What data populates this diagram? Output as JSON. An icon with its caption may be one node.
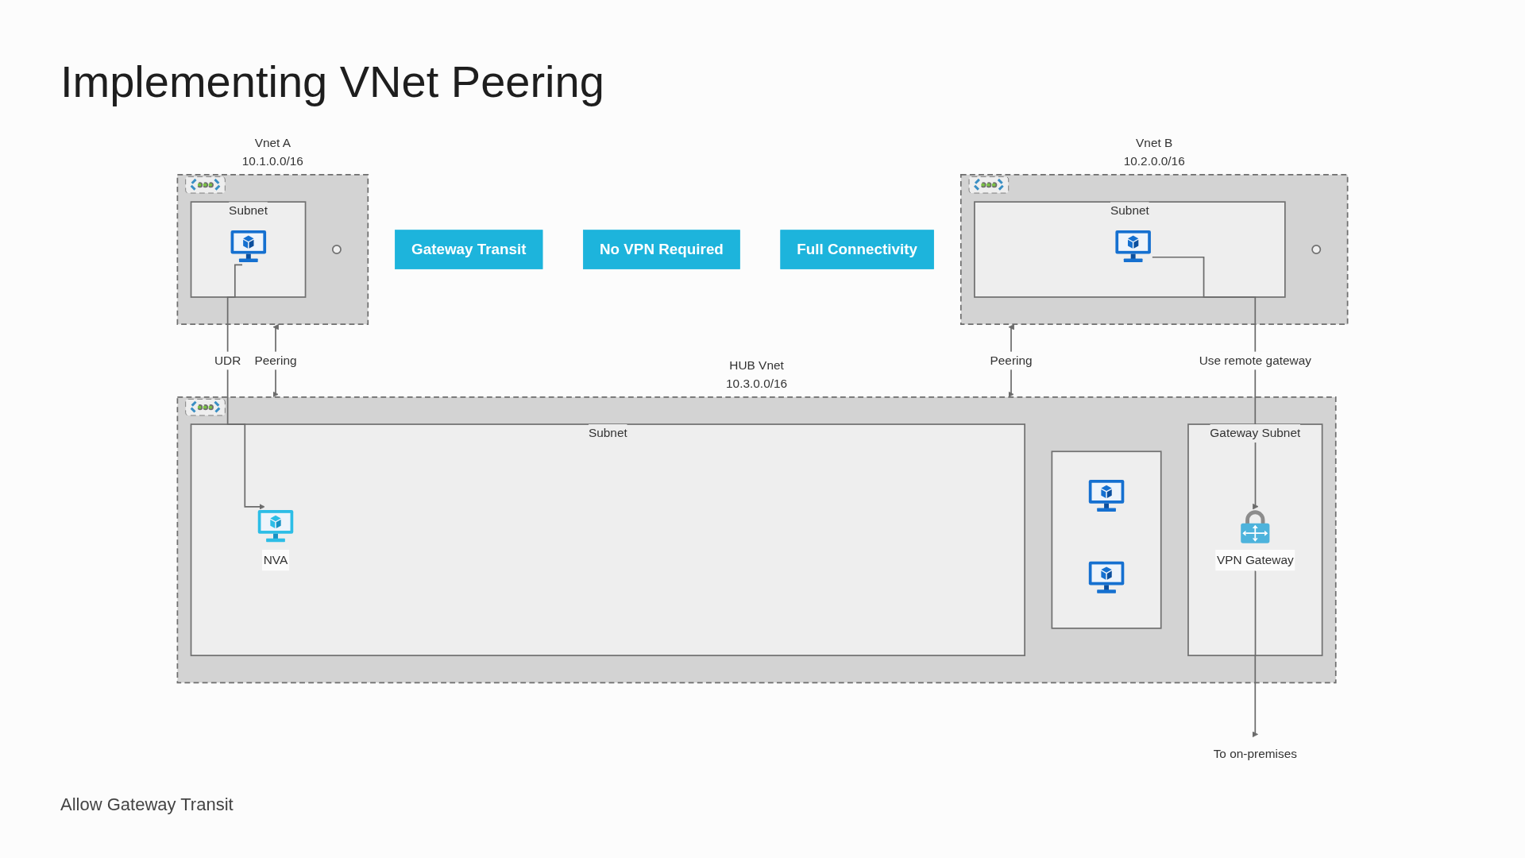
{
  "diagram": {
    "title": "Implementing VNet Peering",
    "nodes": [
      {
        "text": [
          "Vnet A",
          "10.1.0.0/16"
        ]
      },
      {
        "text": [],
        "shape": "circle",
        "in": 0
      },
      {
        "text": [
          "Subnet"
        ],
        "in": 0
      },
      {
        "text": [],
        "shape": "picture",
        "in": 2
      },
      {
        "text": [
          "Vnet B",
          "10.2.0.0/16"
        ]
      },
      {
        "text": [],
        "shape": "circle",
        "in": 4
      },
      {
        "text": [
          "Subnet"
        ],
        "in": 4
      },
      {
        "text": [],
        "shape": "picture",
        "in": 6
      },
      {
        "text": [
          "HUB Vnet",
          "10.3.0.0/16"
        ]
      },
      {
        "text": [
          "Subnet"
        ],
        "in": 8
      },
      {
        "text": [
          "NVA"
        ],
        "in": 9
      },
      {
        "text": [],
        "shape": "box",
        "in": 8
      },
      {
        "text": [],
        "shape": "picture",
        "in": 11
      },
      {
        "text": [],
        "shape": "picture",
        "in": 11
      },
      {
        "text": [
          "Gateway Subnet"
        ],
        "in": 8
      },
      {
        "text": [
          "VPN Gateway"
        ],
        "in": 14
      },
      {
        "text": [
          "To on-premises"
        ]
      },
      {
        "text": [
          "Gateway Transit"
        ]
      },
      {
        "text": [
          "No VPN Required"
        ]
      },
      {
        "text": [
          "Full Connectivity"
        ]
      }
    ],
    "edges": [
      {
        "from": 0,
        "to": 8,
        "arrow": "both",
        "label": "Peering"
      },
      {
        "from": 4,
        "to": 8,
        "arrow": "both",
        "label": "Peering"
      },
      {
        "from": 3,
        "to": 10,
        "arrow": "to",
        "label": "UDR"
      },
      {
        "from": 7,
        "to": 15,
        "arrow": "to",
        "label": "Use remote gateway"
      },
      {
        "from": 15,
        "to": 16,
        "arrow": "to"
      }
    ],
    "labels": [
      "Allow Gateway Transit"
    ]
  }
}
